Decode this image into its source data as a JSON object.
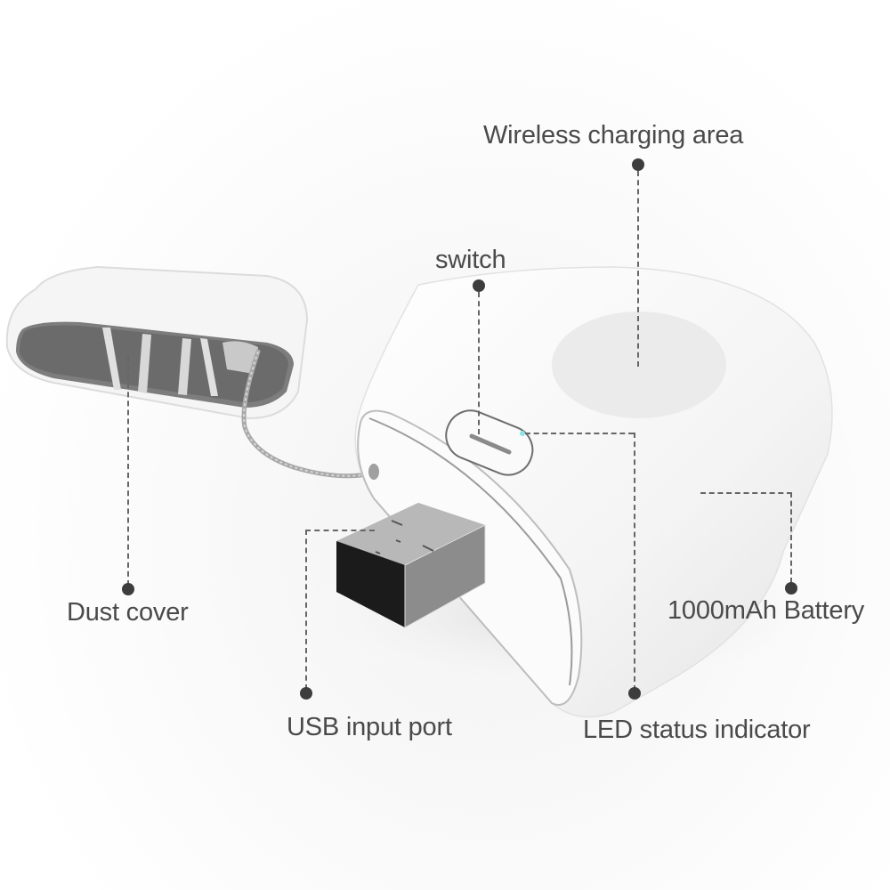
{
  "diagram": {
    "subject": "portable wireless charger",
    "accent_colors": {
      "text": "#4a4a4a",
      "dot": "#3d3d3d",
      "leader": "#666666",
      "led": "#8fe3e6",
      "body": "#f7f7f7",
      "usb_metal": "#9a9a9a"
    },
    "labels": [
      {
        "id": "wireless",
        "text": "Wireless charging area"
      },
      {
        "id": "switch",
        "text": "switch"
      },
      {
        "id": "dust",
        "text": "Dust cover"
      },
      {
        "id": "battery",
        "text": "1000mAh Battery"
      },
      {
        "id": "usb",
        "text": "USB input port"
      },
      {
        "id": "led",
        "text": "LED status indicator"
      }
    ]
  }
}
